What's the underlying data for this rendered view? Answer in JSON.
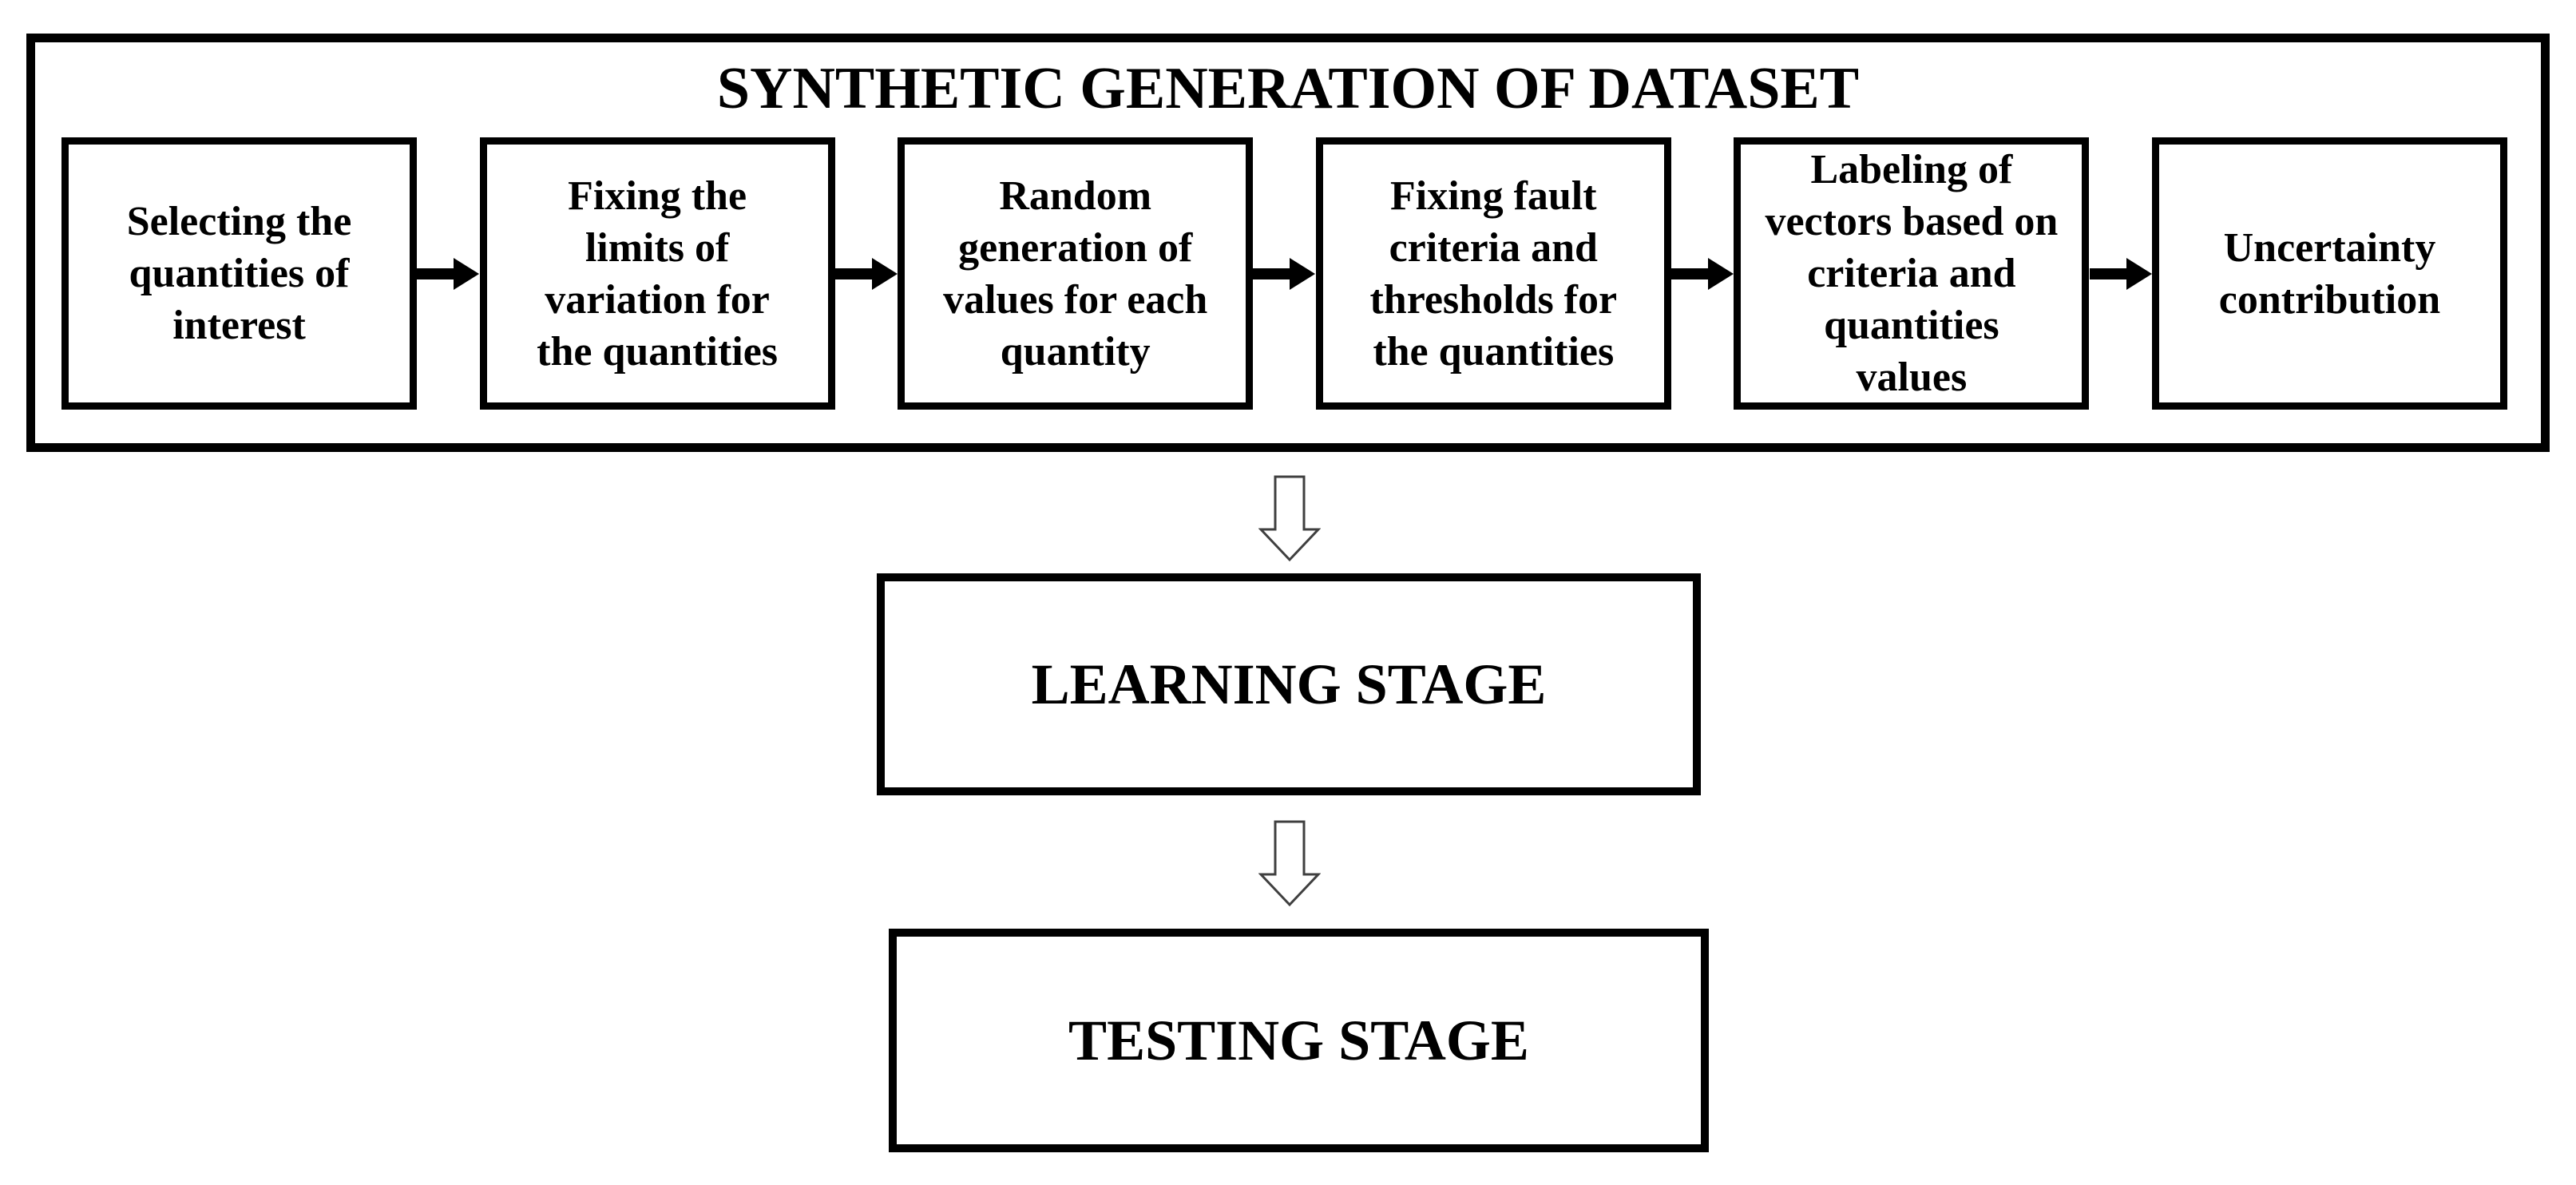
{
  "diagram": {
    "container_title": "SYNTHETIC GENERATION OF DATASET",
    "steps": [
      {
        "label": "Selecting the\nquantities of\ninterest"
      },
      {
        "label": "Fixing the\nlimits of\nvariation for\nthe quantities"
      },
      {
        "label": "Random\ngeneration of\nvalues for each\nquantity"
      },
      {
        "label": "Fixing fault\ncriteria and\nthresholds for\nthe quantities"
      },
      {
        "label": "Labeling of\nvectors based on\ncriteria and\nquantities\nvalues"
      },
      {
        "label": "Uncertainty\ncontribution"
      }
    ],
    "stages": [
      {
        "label": "LEARNING STAGE"
      },
      {
        "label": "TESTING STAGE"
      }
    ],
    "colors": {
      "line": "#000000",
      "background": "#ffffff",
      "hollow_arrow_outline": "#3f3f3f"
    }
  }
}
